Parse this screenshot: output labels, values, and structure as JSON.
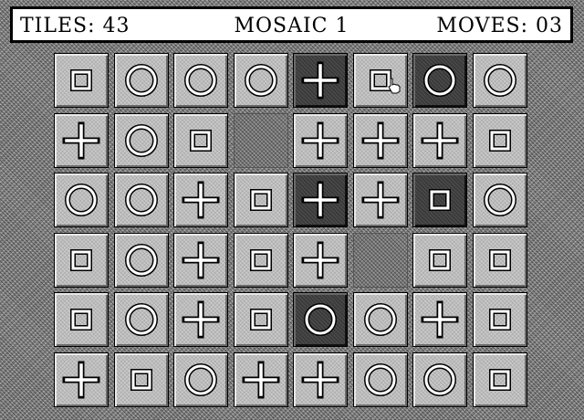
{
  "header": {
    "tiles_label": "TILES: 43",
    "title": "MOSAIC 1",
    "moves_label": "MOVES: 03"
  },
  "board": {
    "rows": [
      [
        {
          "shape": "square",
          "dark": false
        },
        {
          "shape": "circle",
          "dark": false
        },
        {
          "shape": "circle",
          "dark": false
        },
        {
          "shape": "circle",
          "dark": false
        },
        {
          "shape": "plus",
          "dark": true
        },
        {
          "shape": "square",
          "dark": false
        },
        {
          "shape": "circle",
          "dark": true
        },
        {
          "shape": "circle",
          "dark": false
        }
      ],
      [
        {
          "shape": "plus",
          "dark": false
        },
        {
          "shape": "circle",
          "dark": false
        },
        {
          "shape": "square",
          "dark": false
        },
        {
          "shape": "empty",
          "dark": false
        },
        {
          "shape": "plus",
          "dark": false
        },
        {
          "shape": "plus",
          "dark": false
        },
        {
          "shape": "plus",
          "dark": false
        },
        {
          "shape": "square",
          "dark": false
        }
      ],
      [
        {
          "shape": "circle",
          "dark": false
        },
        {
          "shape": "circle",
          "dark": false
        },
        {
          "shape": "plus",
          "dark": false
        },
        {
          "shape": "square",
          "dark": false
        },
        {
          "shape": "plus",
          "dark": true
        },
        {
          "shape": "plus",
          "dark": false
        },
        {
          "shape": "square",
          "dark": true
        },
        {
          "shape": "circle",
          "dark": false
        }
      ],
      [
        {
          "shape": "square",
          "dark": false
        },
        {
          "shape": "circle",
          "dark": false
        },
        {
          "shape": "plus",
          "dark": false
        },
        {
          "shape": "square",
          "dark": false
        },
        {
          "shape": "plus",
          "dark": false
        },
        {
          "shape": "empty",
          "dark": false
        },
        {
          "shape": "square",
          "dark": false
        },
        {
          "shape": "square",
          "dark": false
        }
      ],
      [
        {
          "shape": "square",
          "dark": false
        },
        {
          "shape": "circle",
          "dark": false
        },
        {
          "shape": "plus",
          "dark": false
        },
        {
          "shape": "square",
          "dark": false
        },
        {
          "shape": "circle",
          "dark": true
        },
        {
          "shape": "circle",
          "dark": false
        },
        {
          "shape": "plus",
          "dark": false
        },
        {
          "shape": "square",
          "dark": false
        }
      ],
      [
        {
          "shape": "plus",
          "dark": false
        },
        {
          "shape": "square",
          "dark": false
        },
        {
          "shape": "circle",
          "dark": false
        },
        {
          "shape": "plus",
          "dark": false
        },
        {
          "shape": "plus",
          "dark": false
        },
        {
          "shape": "circle",
          "dark": false
        },
        {
          "shape": "circle",
          "dark": false
        },
        {
          "shape": "square",
          "dark": false
        }
      ]
    ]
  },
  "cursor_icon": "hand-pointer-icon"
}
